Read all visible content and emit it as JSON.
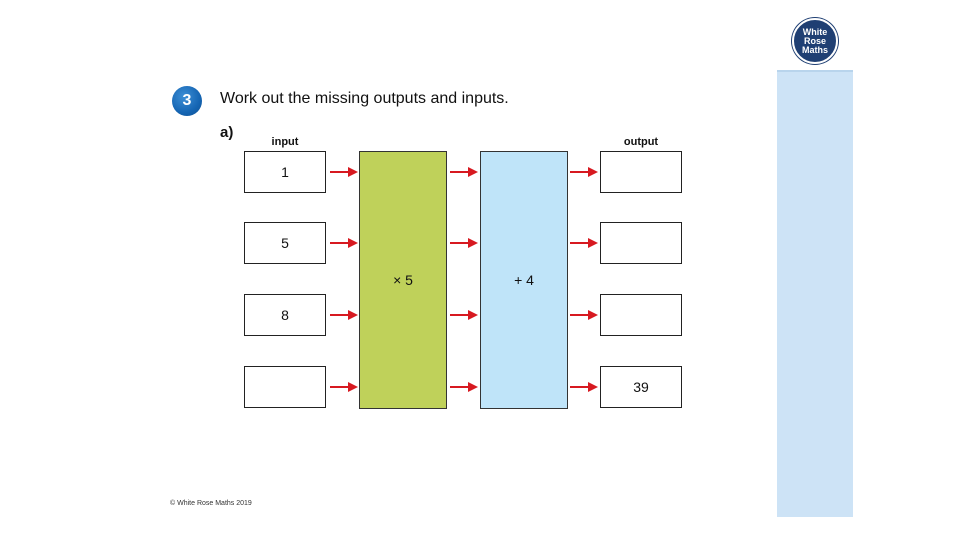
{
  "logo": {
    "line1": "White",
    "line2": "Rose",
    "line3": "Maths"
  },
  "question": {
    "number": "3",
    "prompt": "Work out the missing outputs and inputs.",
    "part": "a)"
  },
  "labels": {
    "input": "input",
    "output": "output"
  },
  "machines": {
    "first": "× 5",
    "second": "+ 4"
  },
  "rows": [
    {
      "input": "1",
      "output": ""
    },
    {
      "input": "5",
      "output": ""
    },
    {
      "input": "8",
      "output": ""
    },
    {
      "input": "",
      "output": "39"
    }
  ],
  "colors": {
    "arrow": "#d71920",
    "multiply_machine": "#bfd15a",
    "add_machine": "#bfe4f9",
    "side_panel": "#cde3f6",
    "badge": "#1565b3"
  },
  "footer": {
    "copyright": "© White Rose Maths 2019"
  }
}
